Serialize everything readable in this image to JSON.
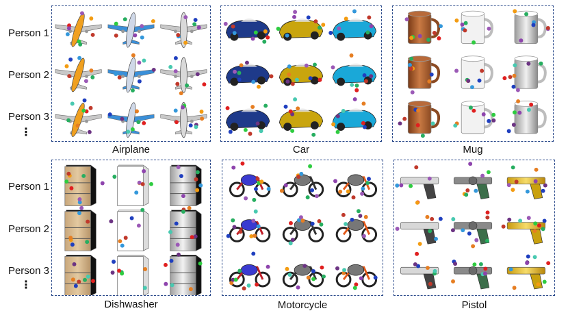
{
  "row_labels": [
    "Person 1",
    "Person 2",
    "Person 3"
  ],
  "ellipsis": "⋮",
  "categories": [
    {
      "key": "airplane",
      "label": "Airplane"
    },
    {
      "key": "car",
      "label": "Car"
    },
    {
      "key": "mug",
      "label": "Mug"
    },
    {
      "key": "dishwasher",
      "label": "Dishwasher"
    },
    {
      "key": "motorcycle",
      "label": "Motorcycle"
    },
    {
      "key": "pistol",
      "label": "Pistol"
    }
  ],
  "colors": {
    "frame": "#2b4a8b",
    "kp": [
      "#e02020",
      "#2ecc40",
      "#8e44ad",
      "#f39c12",
      "#3498db",
      "#9b59b6",
      "#c0392b",
      "#27ae60",
      "#1f3fbf",
      "#e67e22",
      "#6c3483",
      "#48c9b0"
    ]
  }
}
